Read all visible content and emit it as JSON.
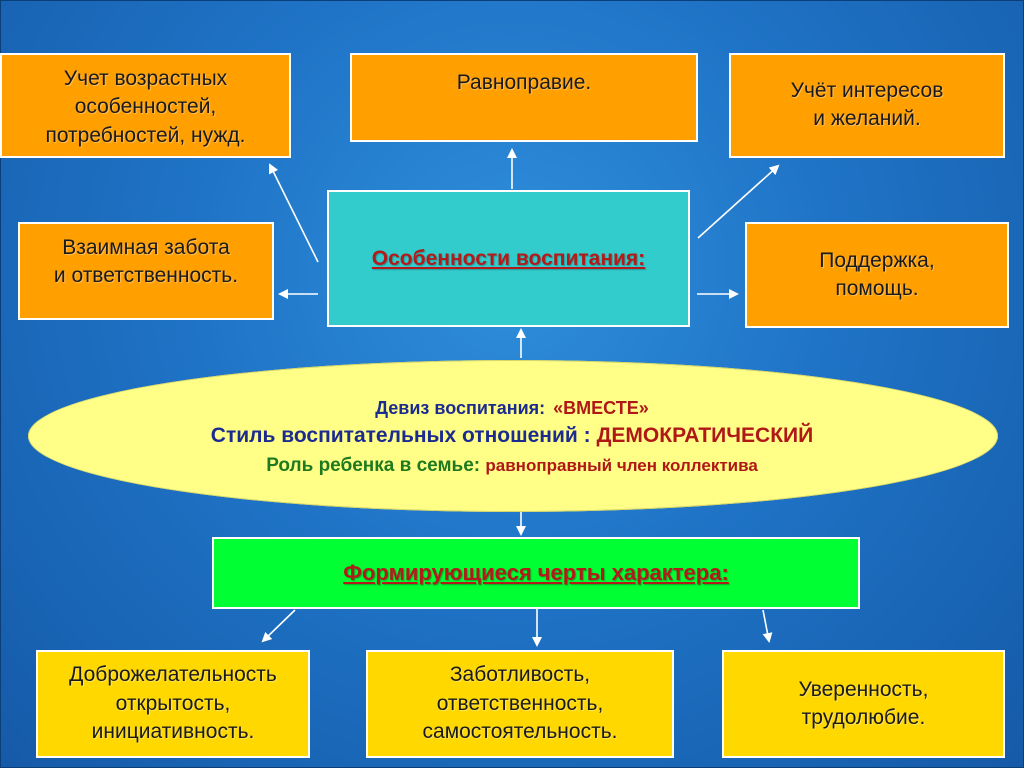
{
  "top_boxes": {
    "age": "Учет возрастных\nособенностей,\nпотребностей, нужд.",
    "equality": "Равноправие.",
    "interests": "Учёт интересов\nи желаний."
  },
  "side_boxes": {
    "mutual_care": "Взаимная забота\nи ответственность.",
    "support": "Поддержка,\nпомощь."
  },
  "center": {
    "title": "Особенности воспитания:"
  },
  "ellipse": {
    "motto_label": "Девиз воспитания:",
    "motto_value": "«ВМЕСТЕ»",
    "style_label": "Стиль воспитательных отношений :",
    "style_value": "ДЕМОКРАТИЧЕСКИЙ",
    "role_label": "Роль ребенка в семье:",
    "role_value": "равноправный член коллектива"
  },
  "traits": {
    "title": "Формирующиеся черты характера:"
  },
  "bottom_boxes": {
    "benevolence": "Доброжелательность\nоткрытость,\nинициативность.",
    "caring": "Заботливость,\nответственность,\nсамостоятельность.",
    "confidence": "Уверенность,\nтрудолюбие."
  },
  "colors": {
    "background": "#1f73c6",
    "orange": "#ff9f00",
    "turquoise": "#33cccc",
    "ellipse": "#ffff88",
    "green": "#00ff33",
    "yellow": "#ffd800",
    "title_red": "#b31b1b",
    "navy": "#1c2b8f"
  }
}
